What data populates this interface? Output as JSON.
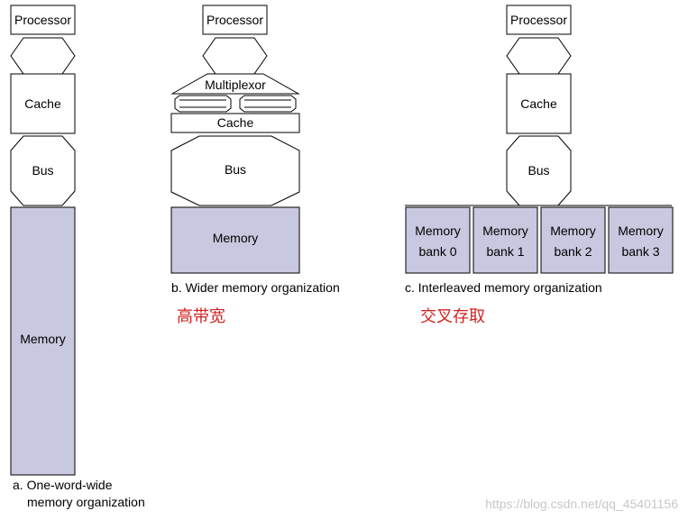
{
  "diagram": {
    "colors": {
      "memory_fill": "#c8c8e0",
      "stroke": "#000000",
      "handwriting": "#d22222",
      "watermark": "#c8c8c8"
    },
    "a": {
      "processor": "Processor",
      "cache": "Cache",
      "bus": "Bus",
      "memory": "Memory",
      "caption_line1": "a. One-word-wide",
      "caption_line2": "memory organization"
    },
    "b": {
      "processor": "Processor",
      "multiplexor": "Multiplexor",
      "cache": "Cache",
      "bus": "Bus",
      "memory": "Memory",
      "caption": "b. Wider memory organization",
      "handwritten_note": "高带宽"
    },
    "c": {
      "processor": "Processor",
      "cache": "Cache",
      "bus": "Bus",
      "banks": [
        {
          "line1": "Memory",
          "line2": "bank 0"
        },
        {
          "line1": "Memory",
          "line2": "bank 1"
        },
        {
          "line1": "Memory",
          "line2": "bank 2"
        },
        {
          "line1": "Memory",
          "line2": "bank 3"
        }
      ],
      "caption": "c. Interleaved memory organization",
      "handwritten_note": "交叉存取"
    },
    "watermark": "https://blog.csdn.net/qq_45401156"
  }
}
